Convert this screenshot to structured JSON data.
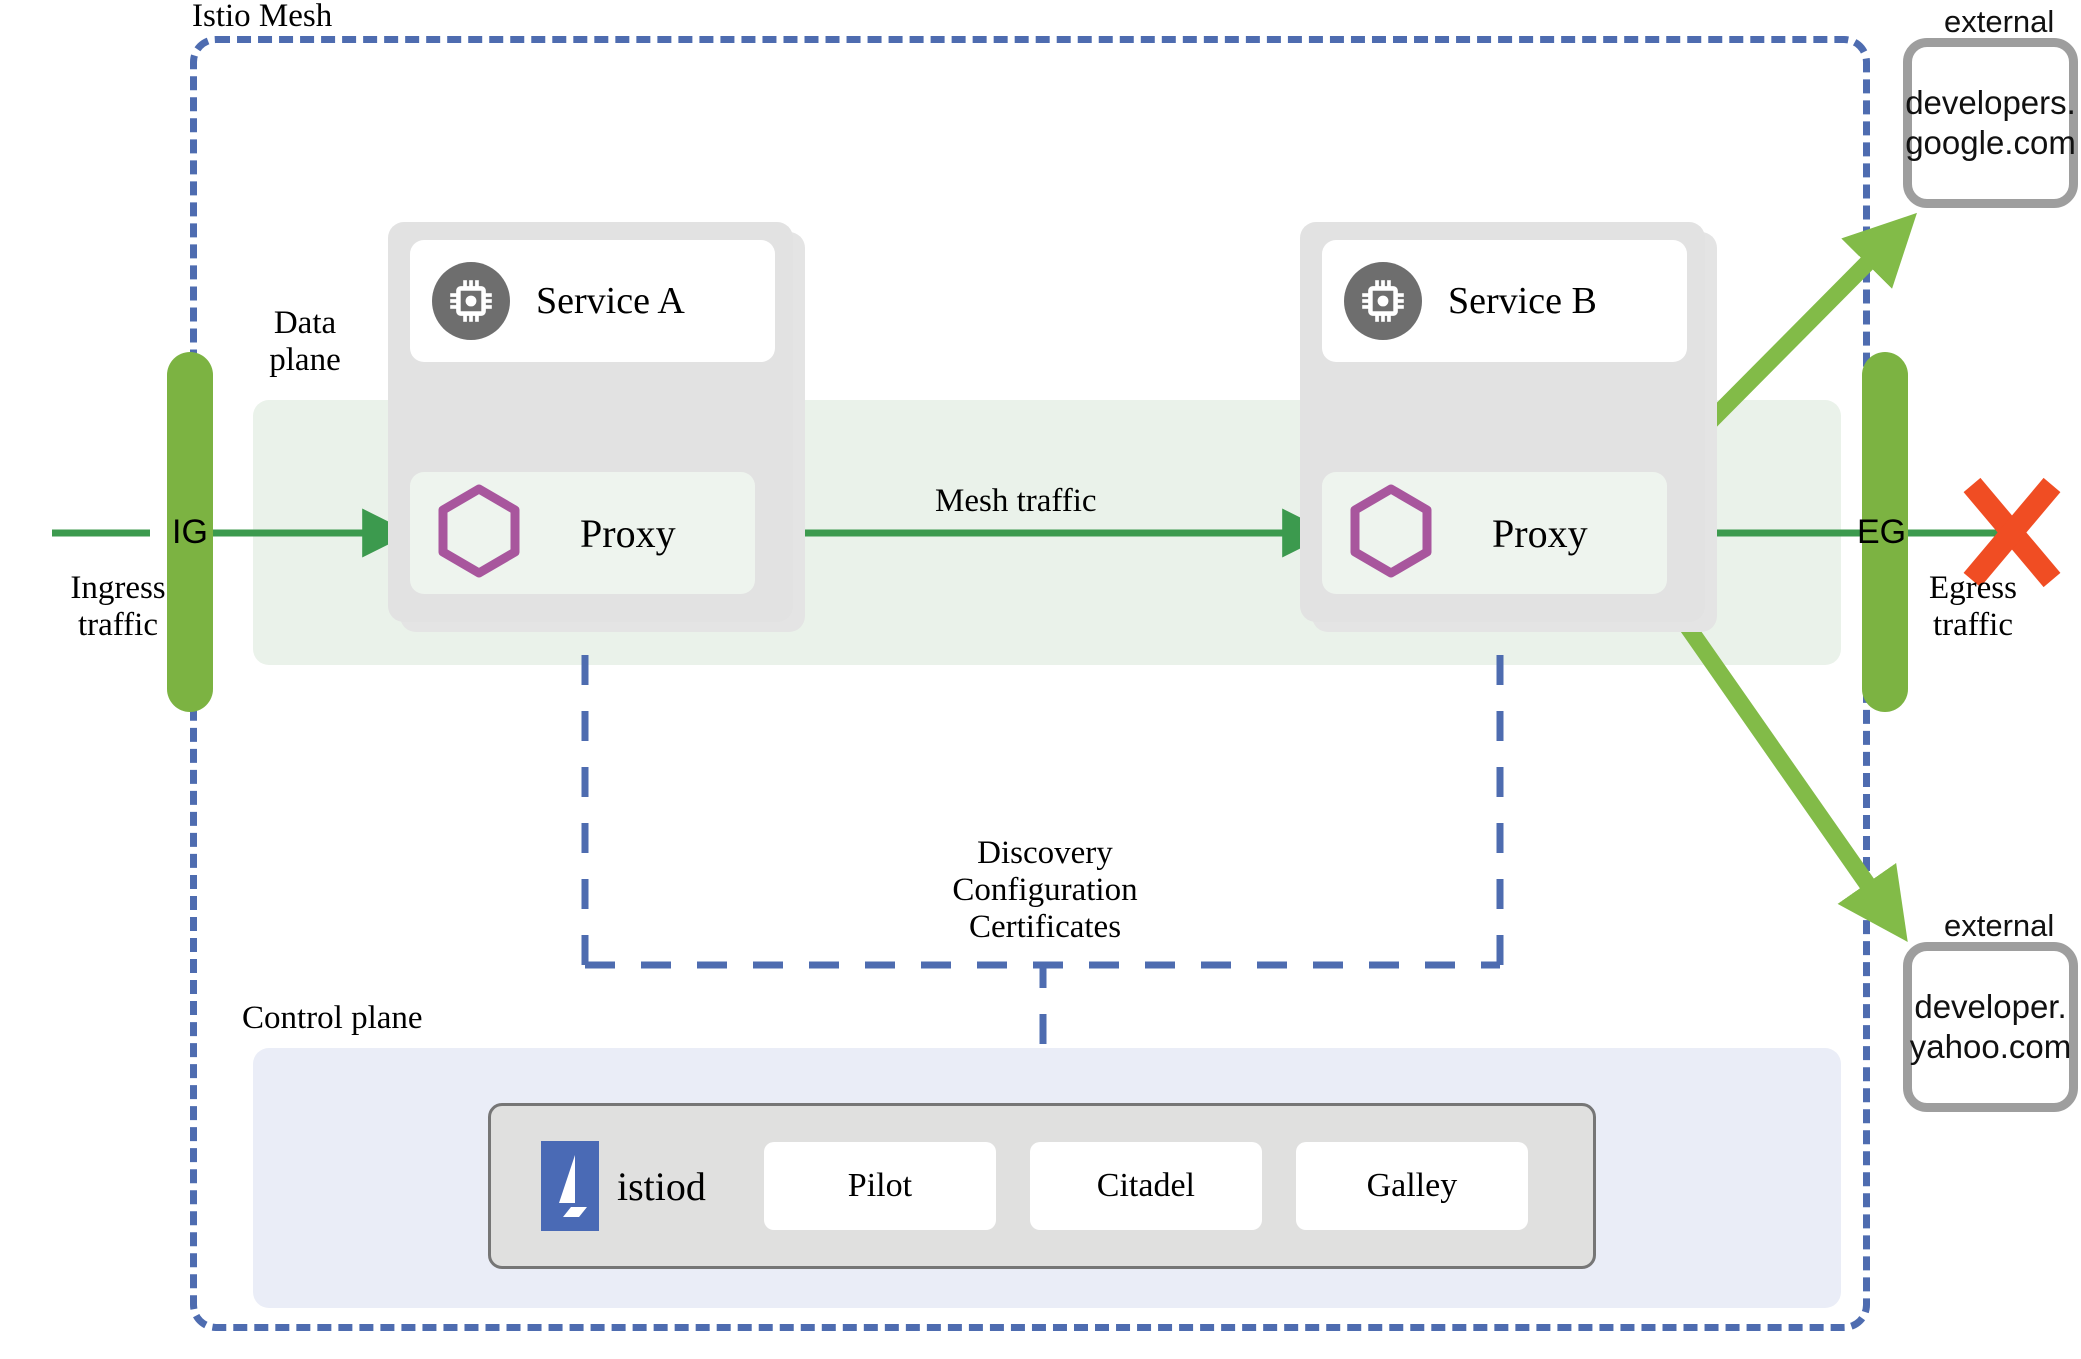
{
  "diagram": {
    "title": "Istio Mesh",
    "labels": {
      "data_plane": "Data\nplane",
      "control_plane": "Control plane",
      "mesh_traffic": "Mesh traffic",
      "ingress_traffic": "Ingress\ntraffic",
      "egress_traffic": "Egress\ntraffic",
      "discovery": "Discovery\nConfiguration\nCertificates"
    },
    "gateways": [
      {
        "id": "ingress-gateway",
        "text": "IG"
      },
      {
        "id": "egress-gateway",
        "text": "EG"
      }
    ],
    "pods": [
      {
        "id": "pod-a",
        "service": "Service A",
        "proxy": "Proxy",
        "icon": "cpu-chip-icon",
        "proxy_icon": "hexagon-icon"
      },
      {
        "id": "pod-b",
        "service": "Service B",
        "proxy": "Proxy",
        "icon": "cpu-chip-icon",
        "proxy_icon": "hexagon-icon"
      }
    ],
    "control_plane": {
      "istiod_label": "istiod",
      "components": [
        "Pilot",
        "Citadel",
        "Galley"
      ]
    },
    "external_services": [
      {
        "caption": "external",
        "name_line1": "developers.",
        "name_line2": "google.com"
      },
      {
        "caption": "external",
        "name_line1": "developer.",
        "name_line2": "yahoo.com"
      }
    ],
    "blocked_marker": "X",
    "colors": {
      "mesh_border": "#4e6cb0",
      "gateway_green": "#7cb342",
      "arrow_green": "#3c9a4e",
      "external_arrow_green": "#82bb48",
      "data_plane_band": "#eaf2ea",
      "control_plane_panel": "#eaedf7",
      "pod_gray": "#e2e2e2",
      "proxy_box": "#eef4ee",
      "hexagon_purple": "#a8569d",
      "chip_circle_gray": "#6e6e6e",
      "istiod_blue": "#4a6ab5",
      "blocked_red": "#f04d23",
      "external_border_gray": "#9e9e9e",
      "dashed_blue": "#4e6cb0"
    }
  }
}
